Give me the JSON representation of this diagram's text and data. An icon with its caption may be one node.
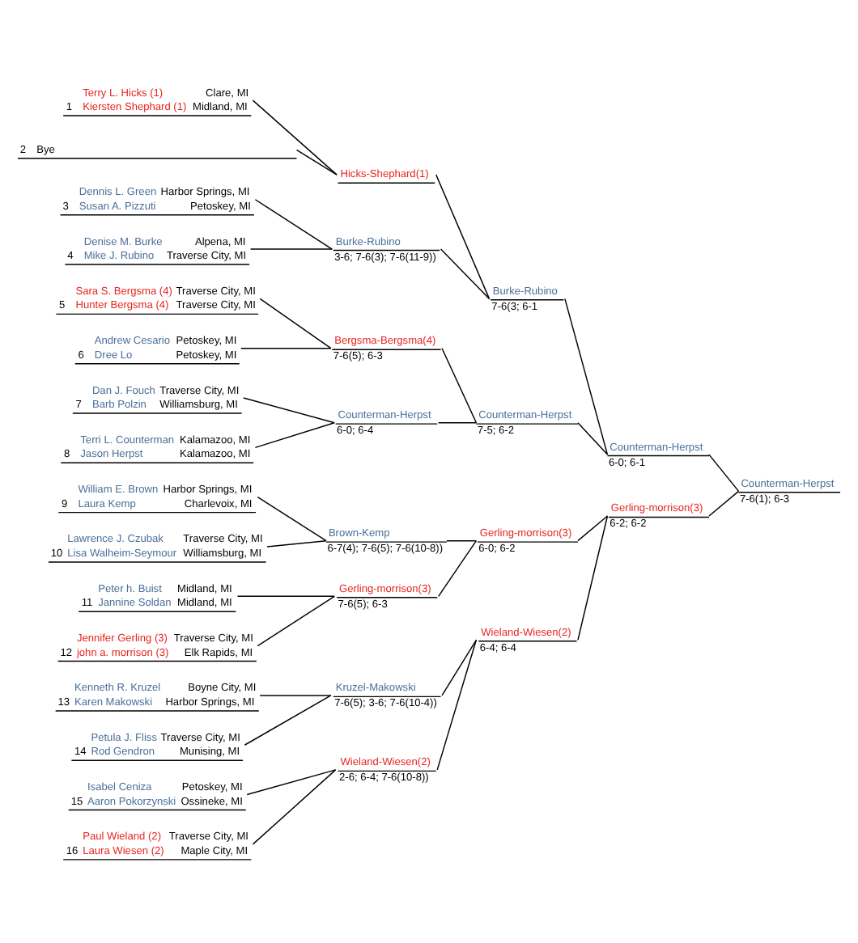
{
  "diagram": {
    "nodes": [
      {
        "text": [
          "Terry L. Hicks (1)",
          "Clare, MI",
          "1",
          "Kiersten Shephard (1)",
          "Midland, MI"
        ]
      },
      {
        "text": [
          "2",
          "Bye"
        ]
      },
      {
        "text": [
          "Dennis L. Green",
          "Harbor Springs, MI",
          "3",
          "Susan A. Pizzuti",
          "Petoskey, MI"
        ]
      },
      {
        "text": [
          "Denise M. Burke",
          "Alpena, MI",
          "4",
          "Mike J. Rubino",
          "Traverse City, MI"
        ]
      },
      {
        "text": [
          "Sara S. Bergsma (4)",
          "Traverse City, MI",
          "5",
          "Hunter Bergsma (4)",
          "Traverse City, MI"
        ]
      },
      {
        "text": [
          "Andrew Cesario",
          "Petoskey, MI",
          "6",
          "Dree Lo",
          "Petoskey, MI"
        ]
      },
      {
        "text": [
          "Dan J. Fouch",
          "Traverse City, MI",
          "7",
          "Barb Polzin",
          "Williamsburg, MI"
        ]
      },
      {
        "text": [
          "Terri L. Counterman",
          "Kalamazoo, MI",
          "8",
          "Jason Herpst",
          "Kalamazoo, MI"
        ]
      },
      {
        "text": [
          "William E. Brown",
          "Harbor Springs, MI",
          "9",
          "Laura Kemp",
          "Charlevoix, MI"
        ]
      },
      {
        "text": [
          "Lawrence J. Czubak",
          "Traverse City, MI",
          "10",
          "Lisa Walheim-Seymour",
          "Williamsburg, MI"
        ]
      },
      {
        "text": [
          "Peter h. Buist",
          "Midland, MI",
          "11",
          "Jannine Soldan",
          "Midland, MI"
        ]
      },
      {
        "text": [
          "Jennifer Gerling (3)",
          "Traverse City, MI",
          "12",
          "john a. morrison (3)",
          "Elk Rapids, MI"
        ]
      },
      {
        "text": [
          "Kenneth R. Kruzel",
          "Boyne City, MI",
          "13",
          "Karen Makowski",
          "Harbor Springs, MI"
        ]
      },
      {
        "text": [
          "Petula J. Fliss",
          "Traverse City, MI",
          "14",
          "Rod Gendron",
          "Munising, MI"
        ]
      },
      {
        "text": [
          "Isabel Ceniza",
          "Petoskey, MI",
          "15",
          "Aaron Pokorzynski",
          "Ossineke, MI"
        ]
      },
      {
        "text": [
          "Paul Wieland (2)",
          "Traverse City, MI",
          "16",
          "Laura Wiesen (2)",
          "Maple City, MI"
        ]
      },
      {
        "text": [
          "Hicks-Shephard(1)"
        ]
      },
      {
        "text": [
          "Burke-Rubino",
          "3-6; 7-6(3); 7-6(11-9))"
        ]
      },
      {
        "text": [
          "Bergsma-Bergsma(4)",
          "7-6(5); 6-3"
        ]
      },
      {
        "text": [
          "Counterman-Herpst",
          "6-0; 6-4"
        ]
      },
      {
        "text": [
          "Brown-Kemp",
          "6-7(4); 7-6(5); 7-6(10-8))"
        ]
      },
      {
        "text": [
          "Gerling-morrison(3)",
          "7-6(5); 6-3"
        ]
      },
      {
        "text": [
          "Kruzel-Makowski",
          "7-6(5); 3-6; 7-6(10-4))"
        ]
      },
      {
        "text": [
          "Wieland-Wiesen(2)",
          "2-6; 6-4; 7-6(10-8))"
        ]
      },
      {
        "text": [
          "Burke-Rubino",
          "7-6(3; 6-1"
        ]
      },
      {
        "text": [
          "Counterman-Herpst",
          "7-5; 6-2"
        ]
      },
      {
        "text": [
          "Gerling-morrison(3)",
          "6-0; 6-2"
        ]
      },
      {
        "text": [
          "Wieland-Wiesen(2)",
          "6-4; 6-4"
        ]
      },
      {
        "text": [
          "Counterman-Herpst",
          "6-0; 6-1"
        ]
      },
      {
        "text": [
          "Gerling-morrison(3)",
          "6-2; 6-2"
        ]
      },
      {
        "text": [
          "Counterman-Herpst",
          "7-6(1); 6-3"
        ]
      }
    ],
    "edges": [
      {
        "from": 0,
        "to": 16,
        "arrow": "none"
      },
      {
        "from": 1,
        "to": 16,
        "arrow": "none"
      },
      {
        "from": 2,
        "to": 17,
        "arrow": "none"
      },
      {
        "from": 3,
        "to": 17,
        "arrow": "none"
      },
      {
        "from": 4,
        "to": 18,
        "arrow": "none"
      },
      {
        "from": 5,
        "to": 18,
        "arrow": "none"
      },
      {
        "from": 6,
        "to": 19,
        "arrow": "none"
      },
      {
        "from": 7,
        "to": 19,
        "arrow": "none"
      },
      {
        "from": 8,
        "to": 20,
        "arrow": "none"
      },
      {
        "from": 9,
        "to": 20,
        "arrow": "none"
      },
      {
        "from": 10,
        "to": 21,
        "arrow": "none"
      },
      {
        "from": 11,
        "to": 21,
        "arrow": "none"
      },
      {
        "from": 12,
        "to": 22,
        "arrow": "none"
      },
      {
        "from": 13,
        "to": 22,
        "arrow": "none"
      },
      {
        "from": 14,
        "to": 23,
        "arrow": "none"
      },
      {
        "from": 15,
        "to": 23,
        "arrow": "none"
      },
      {
        "from": 16,
        "to": 24,
        "arrow": "none"
      },
      {
        "from": 17,
        "to": 24,
        "arrow": "none"
      },
      {
        "from": 18,
        "to": 25,
        "arrow": "none"
      },
      {
        "from": 19,
        "to": 25,
        "arrow": "none"
      },
      {
        "from": 20,
        "to": 26,
        "arrow": "none"
      },
      {
        "from": 21,
        "to": 26,
        "arrow": "none"
      },
      {
        "from": 22,
        "to": 27,
        "arrow": "none"
      },
      {
        "from": 23,
        "to": 27,
        "arrow": "none"
      },
      {
        "from": 24,
        "to": 28,
        "arrow": "none"
      },
      {
        "from": 25,
        "to": 28,
        "arrow": "none"
      },
      {
        "from": 26,
        "to": 29,
        "arrow": "none"
      },
      {
        "from": 27,
        "to": 29,
        "arrow": "none"
      },
      {
        "from": 28,
        "to": 30,
        "arrow": "none"
      },
      {
        "from": 29,
        "to": 30,
        "arrow": "none"
      }
    ]
  }
}
